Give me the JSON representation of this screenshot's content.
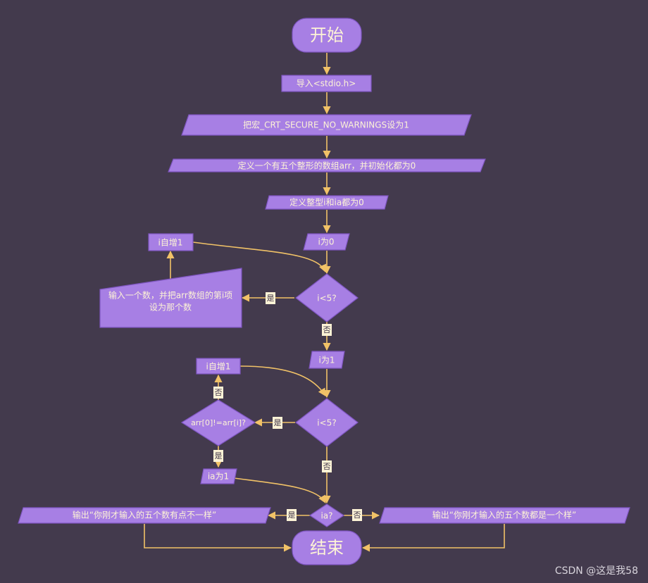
{
  "nodes": {
    "start": "开始",
    "include": "导入<stdio.h>",
    "define_macro": "把宏_CRT_SECURE_NO_WARNINGS设为1",
    "define_array": "定义一个有五个整形的数组arr，并初始化都为0",
    "define_vars": "定义整型i和ia都为0",
    "i_zero": "i为0",
    "cond1": "i<5?",
    "input_line1": "输入一个数，并把arr数组的第i项",
    "input_line2": "设为那个数",
    "incr1": "i自增1",
    "i_one": "i为1",
    "cond2": "i<5?",
    "cond3": "arr[0]!=arr[i]?",
    "incr2": "i自增1",
    "ia_one": "ia为1",
    "cond4": "ia?",
    "out_diff": "输出“你刚才输入的五个数有点不一样”",
    "out_same": "输出“你刚才输入的五个数都是一个样”",
    "end": "结束"
  },
  "edge_labels": {
    "yes": "是",
    "no": "否"
  },
  "colors": {
    "background": "#433a4d",
    "node_fill": "#a77fe4",
    "node_stroke": "#7e55c0",
    "edge": "#f1c267",
    "text": "#fdf3d6"
  },
  "watermark": "CSDN @这是我58"
}
